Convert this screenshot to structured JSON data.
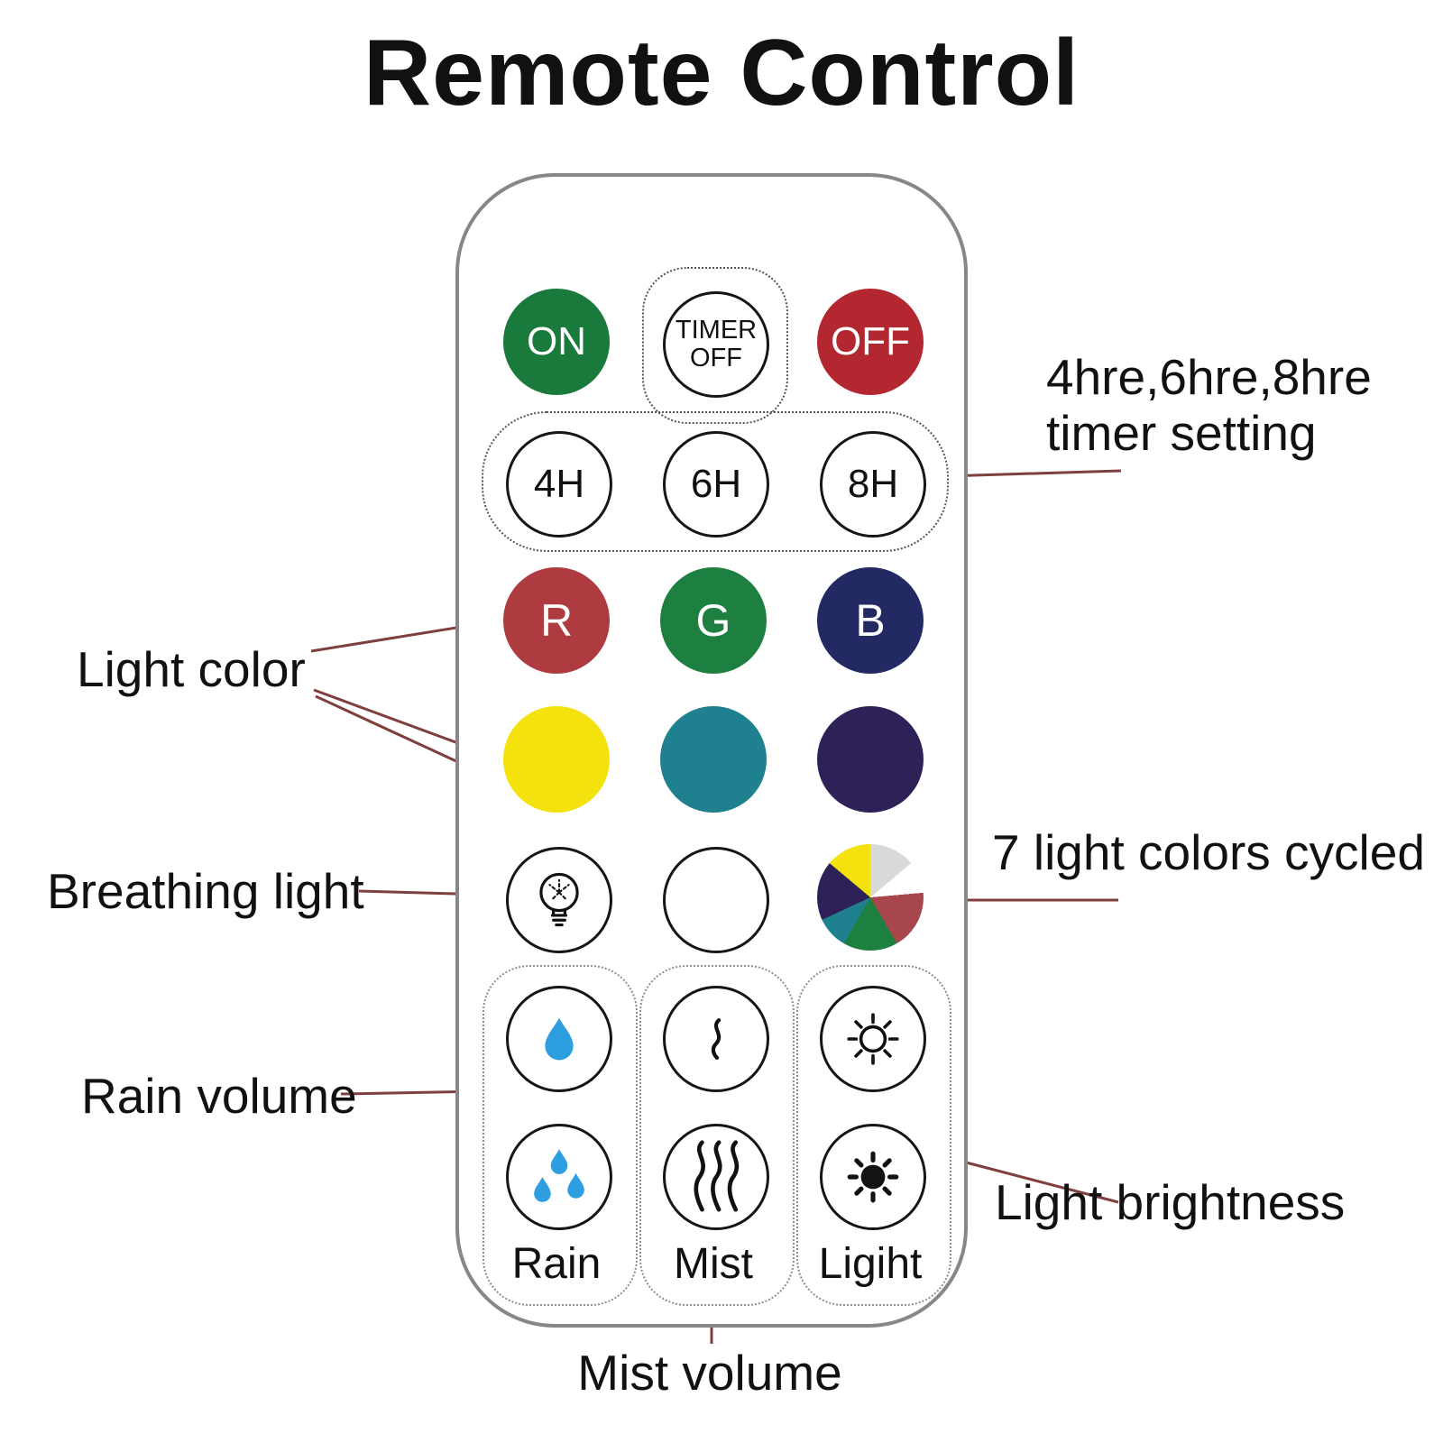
{
  "title": "Remote Control",
  "remote": {
    "power": {
      "on": "ON",
      "timer_off": "TIMER OFF",
      "off": "OFF"
    },
    "timers": {
      "h4": "4H",
      "h6": "6H",
      "h8": "8H"
    },
    "rgb": {
      "r": "R",
      "g": "G",
      "b": "B"
    },
    "labels": {
      "rain": "Rain",
      "mist": "Mist",
      "light": "Ligiht"
    }
  },
  "annotations": {
    "timer_setting": "4hre,6hre,8hre timer setting",
    "light_color": "Light color",
    "breathing_light": "Breathing light",
    "seven_colors": "7 light colors cycled",
    "rain_volume": "Rain volume",
    "light_brightness": "Light brightness",
    "mist_volume": "Mist volume"
  },
  "colors": {
    "on_button": "#1a7a3c",
    "off_button": "#b32730",
    "red_button": "#ae3b40",
    "green_button": "#1e8040",
    "blue_button": "#232a63",
    "yellow_button": "#f3e20e",
    "teal_button": "#1f808f",
    "purple_button": "#2d2158",
    "drop_blue": "#2d9fe0",
    "annotation_line": "#7f3f3f",
    "remote_border": "#878787",
    "pie_segments": [
      "#d9d9d9",
      "#ffffff",
      "#a8474b",
      "#1e8040",
      "#1f808f",
      "#2d2158",
      "#f3e20e"
    ]
  }
}
